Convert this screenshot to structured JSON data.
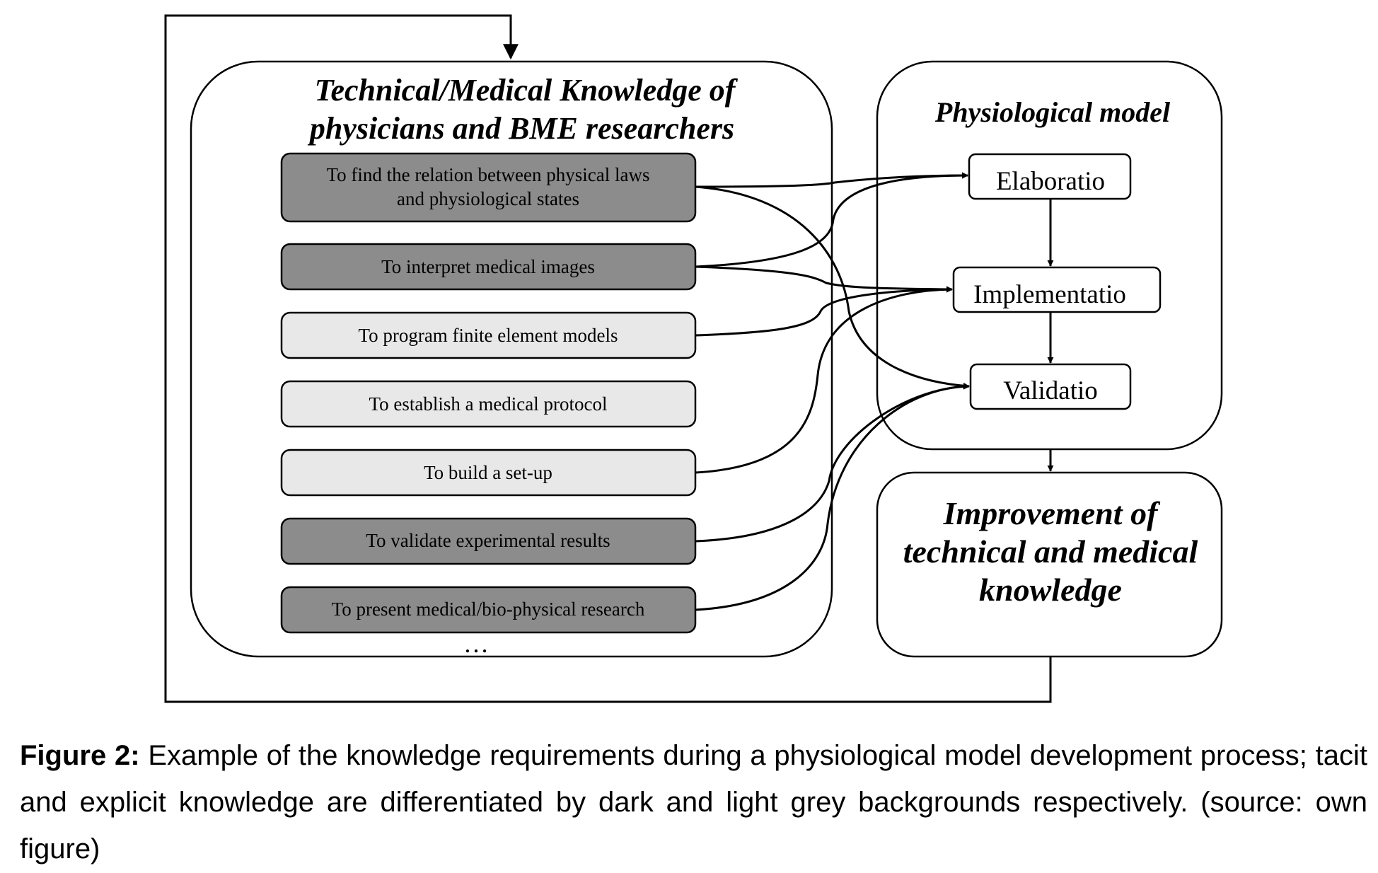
{
  "knowledge_box": {
    "title_line1": "Technical/Medical Knowledge of",
    "title_line2": "physicians and BME researchers",
    "ellipsis": "…",
    "items": [
      {
        "line1": "To find the relation between physical laws",
        "line2": "and physiological states",
        "kind": "tacit"
      },
      {
        "line1": "To interpret medical images",
        "line2": "",
        "kind": "tacit"
      },
      {
        "line1": "To program finite element models",
        "line2": "",
        "kind": "explicit"
      },
      {
        "line1": "To establish a medical protocol",
        "line2": "",
        "kind": "explicit"
      },
      {
        "line1": "To build a set-up",
        "line2": "",
        "kind": "explicit"
      },
      {
        "line1": "To validate experimental results",
        "line2": "",
        "kind": "tacit"
      },
      {
        "line1": "To present medical/bio-physical research",
        "line2": "",
        "kind": "tacit"
      }
    ]
  },
  "model_box": {
    "title": "Physiological model",
    "steps": [
      "Elaboratio",
      "Implementatio",
      "Validatio"
    ]
  },
  "improvement_box": {
    "line1": "Improvement of",
    "line2": "technical and medical",
    "line3": "knowledge"
  },
  "caption": {
    "label": "Figure 2:",
    "text": " Example of the knowledge requirements during a physiological model development process; tacit and explicit knowledge are differentiated by dark and light grey backgrounds respectively. (source: own figure)"
  },
  "colors": {
    "tacit": "#8c8c8c",
    "explicit": "#e8e8e8",
    "stroke": "#000000"
  }
}
